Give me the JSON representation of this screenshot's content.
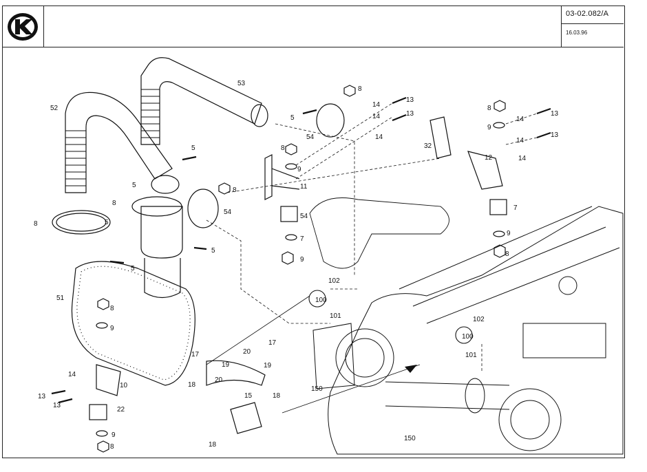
{
  "header": {
    "doc_number": "03-02.082/A",
    "doc_date": "16.03.96",
    "logo_icon": "k-brand-logo-icon"
  },
  "callouts": [
    "52",
    "53",
    "5",
    "8",
    "14",
    "13",
    "14",
    "13",
    "14",
    "5",
    "54",
    "32",
    "8",
    "14",
    "13",
    "9",
    "8",
    "14",
    "13",
    "14",
    "12",
    "5",
    "8",
    "9",
    "11",
    "8",
    "54",
    "5",
    "54",
    "7",
    "7",
    "9",
    "9",
    "8",
    "8",
    "5",
    "5",
    "51",
    "102",
    "100",
    "8",
    "9",
    "101",
    "102",
    "100",
    "101",
    "17",
    "20",
    "17",
    "19",
    "19",
    "20",
    "18",
    "15",
    "18",
    "18",
    "14",
    "10",
    "13",
    "13",
    "22",
    "9",
    "8",
    "150",
    "150"
  ],
  "colors": {
    "ink": "#111111",
    "paper": "#ffffff"
  }
}
